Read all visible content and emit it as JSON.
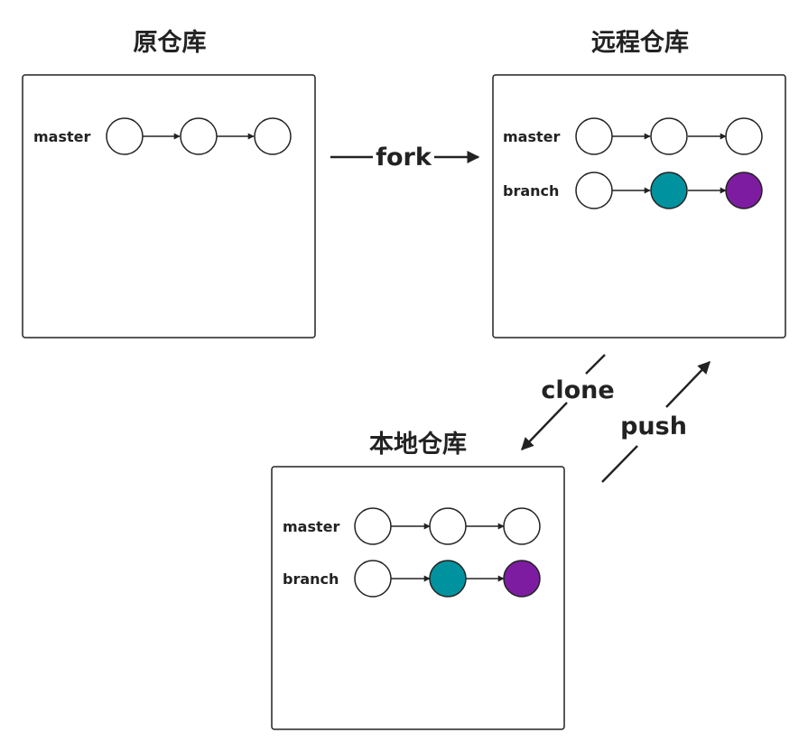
{
  "colors": {
    "stroke": "#222222",
    "commit_default": "#ffffff",
    "commit_teal": "#00929f",
    "commit_purple": "#7d1ca0"
  },
  "repos": {
    "origin": {
      "title": "原仓库",
      "rows": [
        {
          "label": "master",
          "commits": [
            "#ffffff",
            "#ffffff",
            "#ffffff"
          ]
        }
      ]
    },
    "remote": {
      "title": "远程仓库",
      "rows": [
        {
          "label": "master",
          "commits": [
            "#ffffff",
            "#ffffff",
            "#ffffff"
          ]
        },
        {
          "label": "branch",
          "commits": [
            "#ffffff",
            "#00929f",
            "#7d1ca0"
          ]
        }
      ]
    },
    "local": {
      "title": "本地仓库",
      "rows": [
        {
          "label": "master",
          "commits": [
            "#ffffff",
            "#ffffff",
            "#ffffff"
          ]
        },
        {
          "label": "branch",
          "commits": [
            "#ffffff",
            "#00929f",
            "#7d1ca0"
          ]
        }
      ]
    }
  },
  "operations": {
    "fork": "fork",
    "clone": "clone",
    "push": "push"
  }
}
